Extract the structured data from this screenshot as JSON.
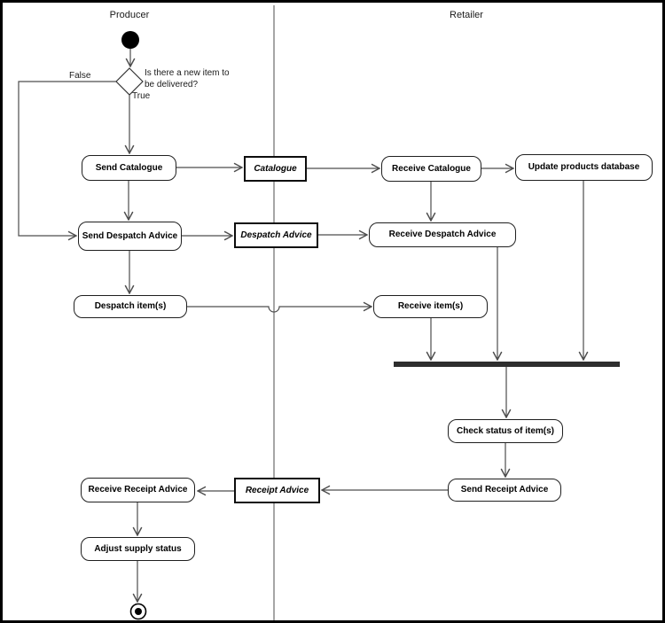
{
  "lanes": {
    "producer": "Producer",
    "retailer": "Retailer"
  },
  "actions": {
    "send_catalogue": "Send Catalogue",
    "receive_catalogue": "Receive Catalogue",
    "update_products_database": "Update products database",
    "send_despatch_advice": "Send Despatch Advice",
    "receive_despatch_advice": "Receive Despatch Advice",
    "despatch_items": "Despatch item(s)",
    "receive_items": "Receive item(s)",
    "check_status_of_items": "Check status of item(s)",
    "send_receipt_advice": "Send Receipt Advice",
    "receive_receipt_advice": "Receive Receipt Advice",
    "adjust_supply_status": "Adjust supply status"
  },
  "objects": {
    "catalogue": "Catalogue",
    "despatch_advice": "Despatch Advice",
    "receipt_advice": "Receipt Advice"
  },
  "decision": {
    "question_line1": "Is there a new item to",
    "question_line2": "be delivered?",
    "true_label": "True",
    "false_label": "False"
  },
  "colors": {
    "background": "#ffffff",
    "frame": "#000000",
    "connector_line": "#4d4d4d",
    "node_border": "#1f1f1f",
    "object_border": "#0d0d0d",
    "join_bar": "#2e2e2e",
    "text": "#000000"
  }
}
